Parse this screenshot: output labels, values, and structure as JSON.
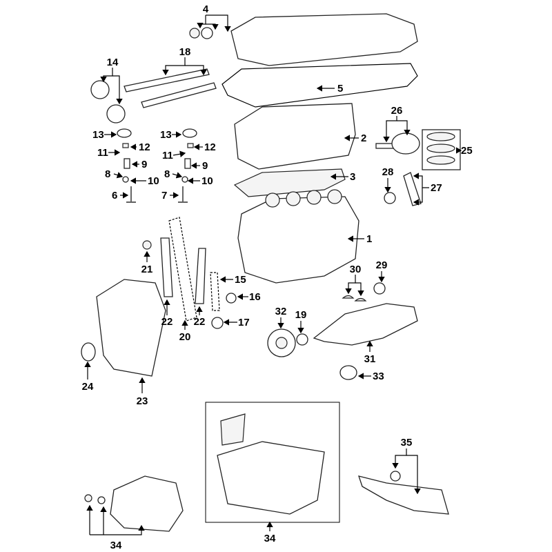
{
  "title": "Engine parts exploded diagram",
  "callouts": [
    "4",
    "18",
    "14",
    "5",
    "26",
    "2",
    "25",
    "13",
    "12",
    "11",
    "9",
    "8",
    "10",
    "6",
    "13",
    "12",
    "11",
    "9",
    "8",
    "10",
    "7",
    "3",
    "28",
    "27",
    "1",
    "21",
    "29",
    "30",
    "15",
    "16",
    "32",
    "19",
    "22",
    "22",
    "20",
    "17",
    "31",
    "24",
    "33",
    "23",
    "35",
    "34",
    "34"
  ]
}
